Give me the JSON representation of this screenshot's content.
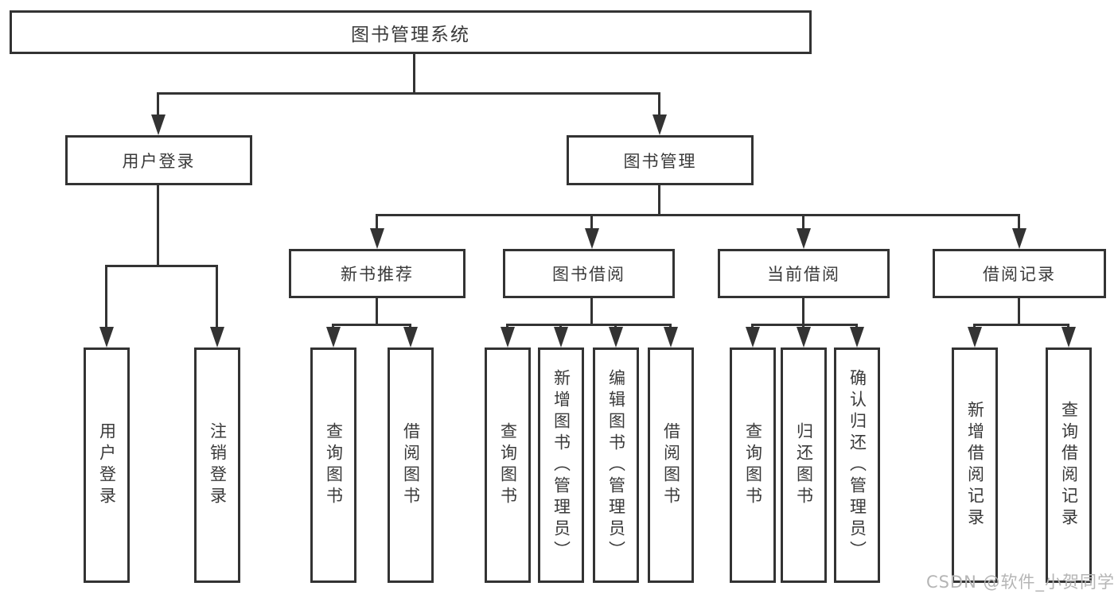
{
  "diagram": {
    "type": "hierarchy-tree",
    "colors": {
      "line": "#333333",
      "box_border": "#333333",
      "box_fill": "#ffffff",
      "text": "#3a3a3a",
      "watermark": "#b5b5b5",
      "background": "#ffffff"
    }
  },
  "nodes": {
    "root": {
      "label": "图书管理系统"
    },
    "user_login": {
      "label": "用户登录"
    },
    "book_mgmt": {
      "label": "图书管理"
    },
    "new_book_rec": {
      "label": "新书推荐"
    },
    "book_borrow": {
      "label": "图书借阅"
    },
    "current_borrow": {
      "label": "当前借阅"
    },
    "borrow_record": {
      "label": "借阅记录"
    },
    "leaf_user_login": {
      "label": "用户登录"
    },
    "leaf_logout": {
      "label": "注销登录"
    },
    "leaf_query_book_1": {
      "label": "查询图书"
    },
    "leaf_borrow_book_1": {
      "label": "借阅图书"
    },
    "leaf_query_book_2": {
      "label": "查询图书"
    },
    "leaf_add_book": {
      "label": "新增图书（管理员）"
    },
    "leaf_edit_book": {
      "label": "编辑图书（管理员）"
    },
    "leaf_borrow_book_2": {
      "label": "借阅图书"
    },
    "leaf_query_book_3": {
      "label": "查询图书"
    },
    "leaf_return_book": {
      "label": "归还图书"
    },
    "leaf_confirm_return": {
      "label": "确认归还（管理员）"
    },
    "leaf_add_record": {
      "label": "新增借阅记录"
    },
    "leaf_query_record": {
      "label": "查询借阅记录"
    }
  },
  "edges": [
    [
      "root",
      "user_login"
    ],
    [
      "root",
      "book_mgmt"
    ],
    [
      "user_login",
      "leaf_user_login"
    ],
    [
      "user_login",
      "leaf_logout"
    ],
    [
      "book_mgmt",
      "new_book_rec"
    ],
    [
      "book_mgmt",
      "book_borrow"
    ],
    [
      "book_mgmt",
      "current_borrow"
    ],
    [
      "book_mgmt",
      "borrow_record"
    ],
    [
      "new_book_rec",
      "leaf_query_book_1"
    ],
    [
      "new_book_rec",
      "leaf_borrow_book_1"
    ],
    [
      "book_borrow",
      "leaf_query_book_2"
    ],
    [
      "book_borrow",
      "leaf_add_book"
    ],
    [
      "book_borrow",
      "leaf_edit_book"
    ],
    [
      "book_borrow",
      "leaf_borrow_book_2"
    ],
    [
      "current_borrow",
      "leaf_query_book_3"
    ],
    [
      "current_borrow",
      "leaf_return_book"
    ],
    [
      "current_borrow",
      "leaf_confirm_return"
    ],
    [
      "borrow_record",
      "leaf_add_record"
    ],
    [
      "borrow_record",
      "leaf_query_record"
    ]
  ],
  "watermark": {
    "text": "CSDN @软件_小贺同学"
  }
}
